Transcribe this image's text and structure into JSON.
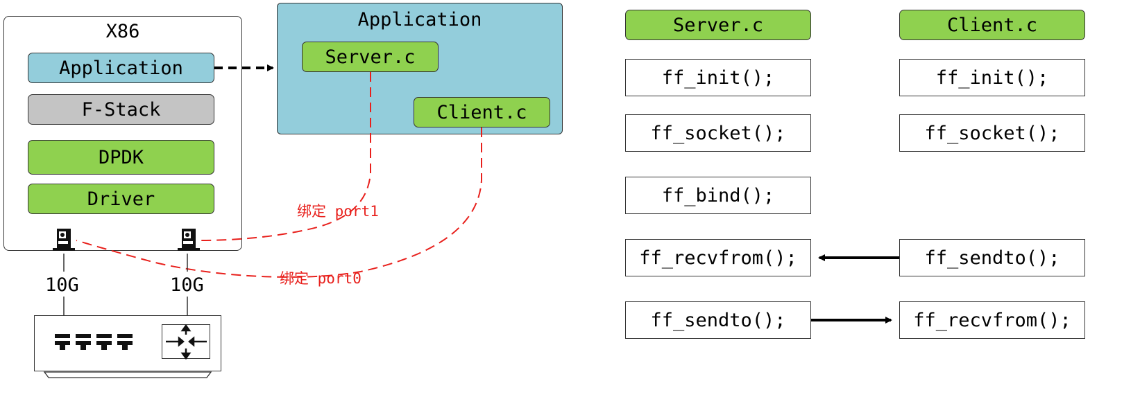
{
  "host": {
    "title": "X86",
    "layers": [
      "Application",
      "F-Stack",
      "DPDK",
      "Driver"
    ]
  },
  "app_panel": {
    "title": "Application",
    "server_label": "Server.c",
    "client_label": "Client.c"
  },
  "links": {
    "left_speed": "10G",
    "right_speed": "10G"
  },
  "bindings": {
    "port1_label": "绑定 port1",
    "port0_label": "绑定 port0"
  },
  "server_column": {
    "header": "Server.c",
    "calls": [
      "ff_init();",
      "ff_socket();",
      "ff_bind();",
      "ff_recvfrom();",
      "ff_sendto();"
    ]
  },
  "client_column": {
    "header": "Client.c",
    "calls": [
      "ff_init();",
      "ff_socket();",
      "ff_sendto();",
      "ff_recvfrom();"
    ]
  },
  "colors": {
    "blue": "#93cddb",
    "green": "#8fd14f",
    "gray": "#c4c4c4",
    "red_dashed": "#e8201c"
  }
}
